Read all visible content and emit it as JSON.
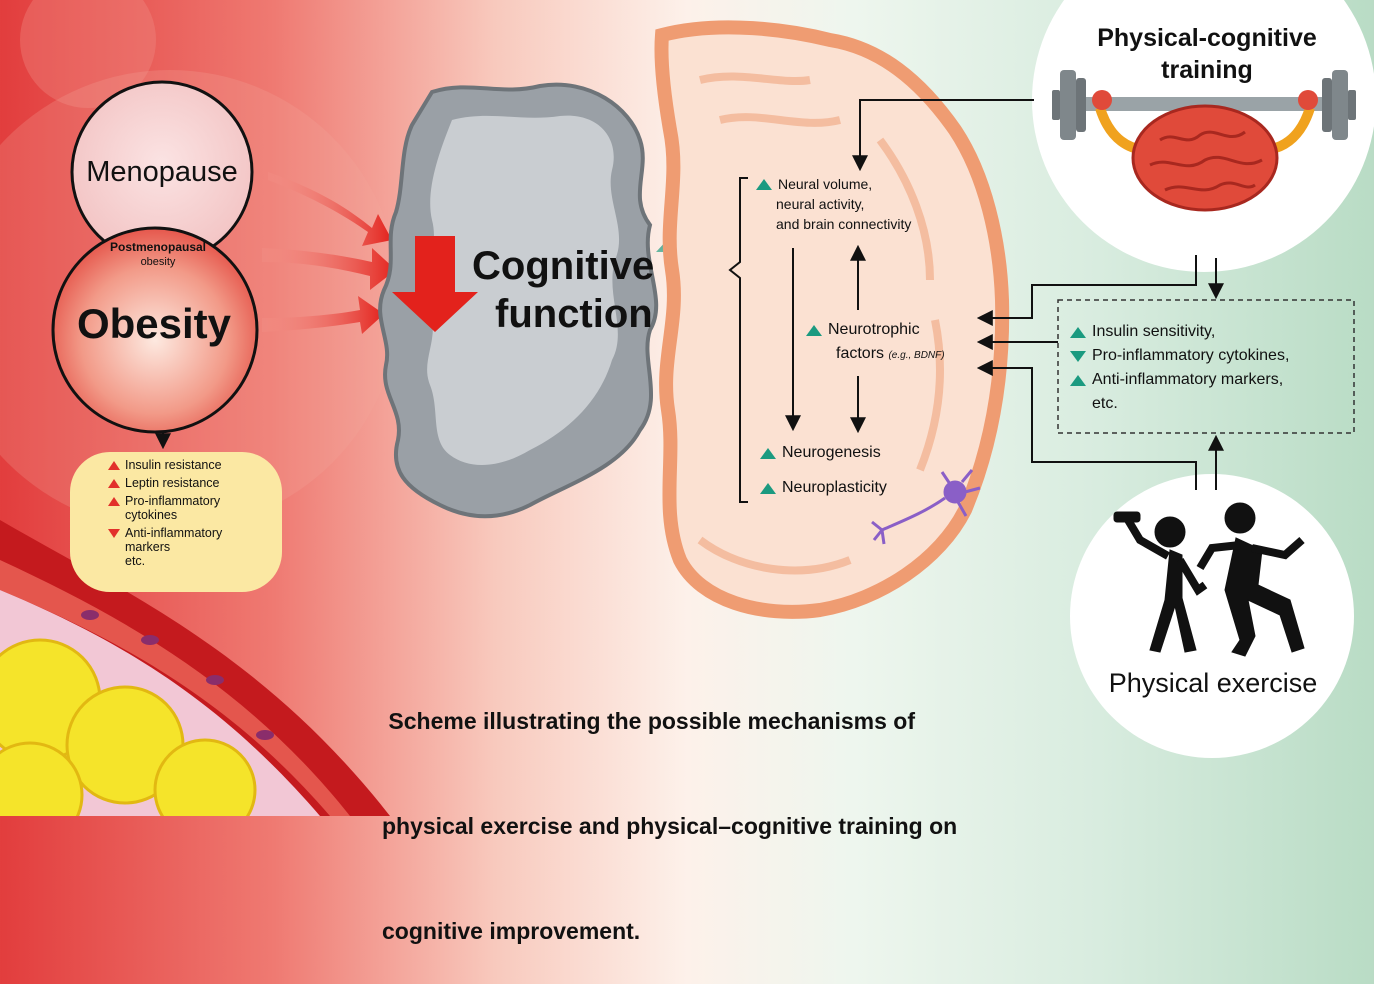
{
  "colors": {
    "up_arrow": "#1b9a80",
    "down_arrow": "#e2302a",
    "brain_outline": "#f0a27a",
    "obesity_fill": "#e2453c"
  },
  "menopause": "Menopause",
  "overlap": [
    "Postmenopausal",
    "obesity"
  ],
  "obesity": "Obesity",
  "obesity_effects": [
    {
      "dir": "up",
      "text": [
        "Insulin resistance"
      ]
    },
    {
      "dir": "up",
      "text": [
        "Leptin resistance"
      ]
    },
    {
      "dir": "up",
      "text": [
        "Pro-inflammatory",
        "cytokines"
      ]
    },
    {
      "dir": "down",
      "text": [
        "Anti-inflammatory",
        "markers"
      ]
    },
    {
      "dir": "none",
      "text": [
        "etc."
      ]
    }
  ],
  "cognitive": [
    "Cognitive",
    "function"
  ],
  "brain_effects": {
    "neural": [
      "Neural volume,",
      "neural activity,",
      "and brain connectivity"
    ],
    "neurotrophic": [
      "Neurotrophic",
      "factors"
    ],
    "neurotrophic_eg": "(e.g., BDNF)",
    "neurogenesis": "Neurogenesis",
    "neuroplasticity": "Neuroplasticity"
  },
  "training": [
    "Physical-cognitive",
    "training"
  ],
  "exercise": "Physical exercise",
  "exercise_effects": [
    {
      "dir": "up",
      "text": "Insulin sensitivity,"
    },
    {
      "dir": "down",
      "text": "Pro-inflammatory cytokines,"
    },
    {
      "dir": "up",
      "text": "Anti-inflammatory markers,"
    },
    {
      "dir": "none",
      "text": "etc."
    }
  ],
  "caption": [
    " Scheme illustrating the possible mechanisms of",
    "physical exercise and physical–cognitive training on",
    "cognitive improvement."
  ]
}
